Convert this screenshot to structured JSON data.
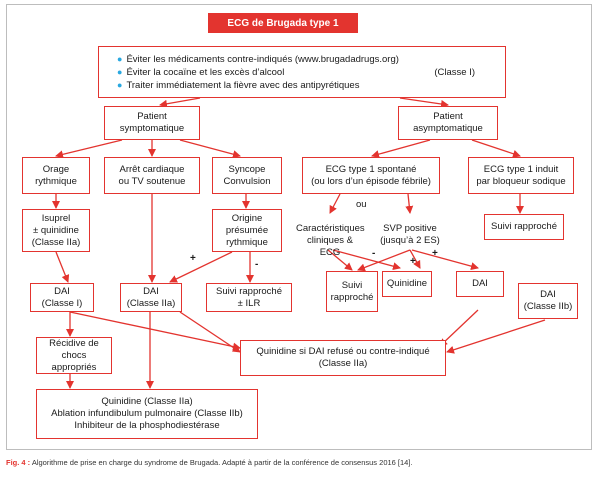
{
  "title": "ECG de Brugada type 1",
  "recommendations": {
    "items": [
      "Éviter les médicaments contre-indiqués (www.brugadadrugs.org)",
      "Éviter la cocaïne et les excès d’alcool",
      "Traiter immédiatement la fièvre avec des antipyrétiques"
    ],
    "class_label": "(Classe I)"
  },
  "nodes": {
    "patient_symptomatique": "Patient\nsymptomatique",
    "patient_asymptomatique": "Patient\nasymptomatique",
    "orage_rythmique": "Orage\nrythmique",
    "arret_cardiaque": "Arrêt cardiaque\nou TV soutenue",
    "syncope": "Syncope\nConvulsion",
    "ecg_spontane": "ECG type 1 spontané\n(ou lors d’un épisode fébrile)",
    "ecg_induit": "ECG type 1 induit\npar bloqueur sodique",
    "isuprel": "Isuprel\n± quinidine\n(Classe IIa)",
    "origine_rythmique": "Origine\nprésumée\nrythmique",
    "suivi_rapproche_right": "Suivi rapproché",
    "dai_classe_i": "DAI\n(Classe I)",
    "dai_classe_iia": "DAI\n(Classe IIa)",
    "suivi_ilr": "Suivi rapproché\n± ILR",
    "suivi_rapproche_mid": "Suivi\nrapproché",
    "quinidine": "Quinidine",
    "dai_plain": "DAI",
    "dai_classe_iib": "DAI\n(Classe IIb)",
    "recidive": "Récidive de chocs\nappropriés",
    "quinidine_refuse": "Quinidine si DAI refusé ou contre-indiqué\n(Classe IIa)",
    "bottom_treatment": "Quinidine (Classe IIa)\nAblation infundibulum pulmonaire (Classe IIb)\nInhibiteur de la phosphodiestérase"
  },
  "labels": {
    "ou": "ou",
    "caracteristiques": "Caractéristiques\ncliniques & ECG",
    "svp": "SVP positive\n(jusqu’à 2 ES)",
    "plus1": "+",
    "minus1": "-",
    "minus2": "-",
    "plus2": "+",
    "plus3": "+"
  },
  "caption": {
    "label": "Fig. 4 :",
    "text": " Algorithme de prise en charge du syndrome de Brugada. Adapté à partir de la conférence de consensus 2016 [14]."
  },
  "colors": {
    "accent": "#e3342f",
    "bullet": "#29a8e0"
  }
}
